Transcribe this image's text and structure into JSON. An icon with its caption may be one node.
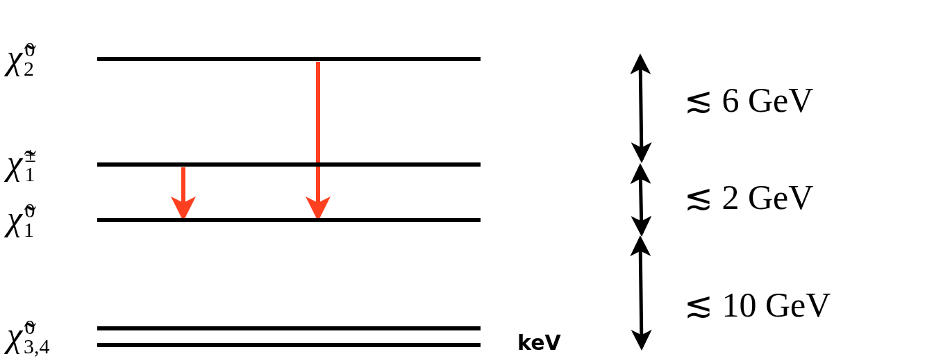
{
  "diagram": {
    "nodes": [
      {
        "text": [
          "χ̃$^{0}$$_{2}$"
        ]
      },
      {
        "text": [
          "χ̃$^{±}$$_{1}$"
        ]
      },
      {
        "text": [
          "χ̃$^{0}$$_{1}$"
        ]
      },
      {
        "text": [
          "χ̃$^{0}$$_{3,4}$"
        ],
        "beside": [
          "keV"
        ]
      }
    ],
    "edges": [
      {
        "from": 1,
        "to": 2,
        "arrow": "to"
      },
      {
        "from": 0,
        "to": 2,
        "arrow": "to"
      }
    ],
    "labels": [
      "≲ 6 GeV",
      "≲ 2 GeV",
      "≲ 10 GeV"
    ]
  }
}
